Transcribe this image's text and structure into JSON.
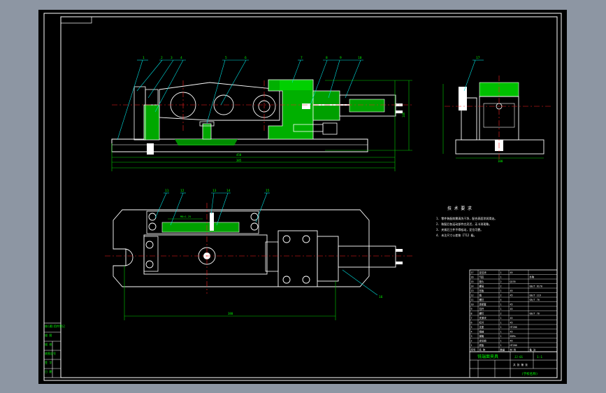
{
  "colors": {
    "viewport_bg": "#8d96a3",
    "canvas": "#000000",
    "outline": "#ffffff",
    "part": "#ffffff",
    "center_line": "#ff2020",
    "hatch": "#00c800",
    "dimension": "#00d000",
    "leader": "#00e0e0",
    "title_text": "#00ff00"
  },
  "balloons": {
    "front_view": [
      "1",
      "2",
      "3",
      "4",
      "5",
      "6",
      "7",
      "8",
      "9",
      "10"
    ],
    "side_view": [
      "17"
    ],
    "top_view": [
      "11",
      "12",
      "13",
      "14",
      "15",
      "16"
    ]
  },
  "dimensions": {
    "front_overall": "450",
    "front_body": "385",
    "front_height": "140",
    "side_width": "100",
    "top_length": "380",
    "top_note": "M8×1.25"
  },
  "technical_requirements": {
    "heading": "技 术 要 求",
    "items": [
      "1. 零件装配前需清洗干净，配合表面涂润滑油。",
      "2. 装配后各运动部件应灵活，无卡滞现象。",
      "3. 夹紧后工件不得松动，定位可靠。",
      "4. 未注尺寸公差按 IT12 级。"
    ]
  },
  "parts_list": {
    "rows": [
      [
        "17",
        "定位块",
        "1",
        "45",
        ""
      ],
      [
        "16",
        "气缸",
        "1",
        "",
        "外购"
      ],
      [
        "15",
        "垫片",
        "2",
        "Q235",
        ""
      ],
      [
        "14",
        "螺母",
        "2",
        "",
        "GB/T 6170"
      ],
      [
        "13",
        "压板",
        "1",
        "45",
        ""
      ],
      [
        "12",
        "销",
        "2",
        "45",
        "GB/T 119"
      ],
      [
        "11",
        "螺钉",
        "4",
        "",
        "GB/T 70"
      ],
      [
        "10",
        "连接套",
        "1",
        "45",
        ""
      ],
      [
        "9",
        "拉杆",
        "1",
        "45",
        ""
      ],
      [
        "8",
        "螺钉",
        "2",
        "",
        "GB/T 70"
      ],
      [
        "7",
        "夹紧块",
        "1",
        "45",
        ""
      ],
      [
        "6",
        "杠杆",
        "1",
        "45",
        ""
      ],
      [
        "5",
        "支座",
        "1",
        "HT200",
        ""
      ],
      [
        "4",
        "销轴",
        "1",
        "45",
        ""
      ],
      [
        "3",
        "弹簧",
        "1",
        "65Mn",
        ""
      ],
      [
        "2",
        "定位销",
        "1",
        "45",
        ""
      ],
      [
        "1",
        "底板",
        "1",
        "HT200",
        ""
      ]
    ],
    "header": [
      "序号",
      "名 称",
      "数量",
      "材 料",
      "备 注"
    ]
  },
  "title_block": {
    "drawing_name": "铣端面夹具",
    "scale": "1:1",
    "sheet_label": "共 张 第 张",
    "school": "(学校名称)",
    "drawing_no": "JJ-01"
  },
  "left_strip": {
    "labels": [
      "借(通)用件登记",
      "描 图",
      "描 校",
      "底图总号",
      "签 字",
      "日 期"
    ]
  }
}
